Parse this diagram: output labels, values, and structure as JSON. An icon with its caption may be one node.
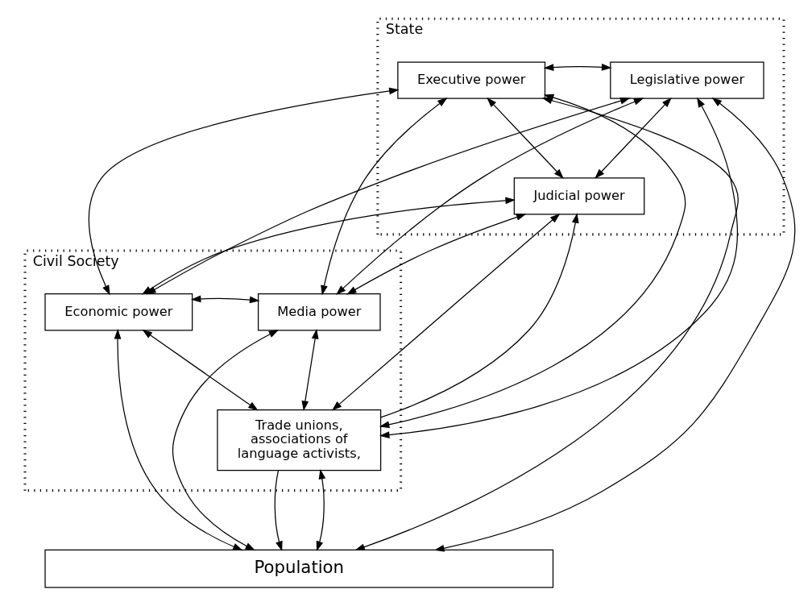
{
  "diagram": {
    "nodes": [
      {
        "text": [
          "State"
        ]
      },
      {
        "text": [
          "Legislative power"
        ],
        "in": 0
      },
      {
        "text": [
          "Executive power"
        ],
        "in": 0
      },
      {
        "text": [
          "Judicial power"
        ],
        "in": 0
      },
      {
        "text": [
          "Civil Society"
        ]
      },
      {
        "text": [
          "Economic power"
        ],
        "in": 4
      },
      {
        "text": [
          "Media power"
        ],
        "in": 4
      },
      {
        "text": [
          "Trade unions, associations of language activists,"
        ],
        "in": 4
      },
      {
        "text": [
          "Population"
        ]
      }
    ],
    "edges": [
      {
        "from": 1,
        "to": 2,
        "arrow": "both"
      },
      {
        "from": 1,
        "to": 5,
        "arrow": "both"
      },
      {
        "from": 1,
        "to": 8,
        "arrow": "both"
      },
      {
        "from": 1,
        "to": 7,
        "arrow": "both"
      },
      {
        "from": 1,
        "to": 3,
        "arrow": "both"
      },
      {
        "from": 1,
        "to": 6,
        "arrow": "both"
      },
      {
        "from": 2,
        "to": 5,
        "arrow": "both"
      },
      {
        "from": 2,
        "to": 3,
        "arrow": "both"
      },
      {
        "from": 2,
        "to": 7,
        "arrow": "both"
      },
      {
        "from": 2,
        "to": 8,
        "arrow": "both"
      },
      {
        "from": 2,
        "to": 6,
        "arrow": "both"
      },
      {
        "from": 3,
        "to": 5,
        "arrow": "both"
      },
      {
        "from": 3,
        "to": 6,
        "arrow": "both"
      },
      {
        "from": 7,
        "to": 3,
        "arrow": "to"
      },
      {
        "from": 3,
        "to": 7,
        "arrow": "both"
      },
      {
        "from": 5,
        "to": 6,
        "arrow": "both"
      },
      {
        "from": 5,
        "to": 7,
        "arrow": "both"
      },
      {
        "from": 6,
        "to": 7,
        "arrow": "both"
      },
      {
        "from": 5,
        "to": 8,
        "arrow": "both"
      },
      {
        "from": 6,
        "to": 8,
        "arrow": "both"
      },
      {
        "from": 7,
        "to": 8,
        "arrow": "to"
      },
      {
        "from": 7,
        "to": 8,
        "arrow": "both"
      }
    ]
  }
}
